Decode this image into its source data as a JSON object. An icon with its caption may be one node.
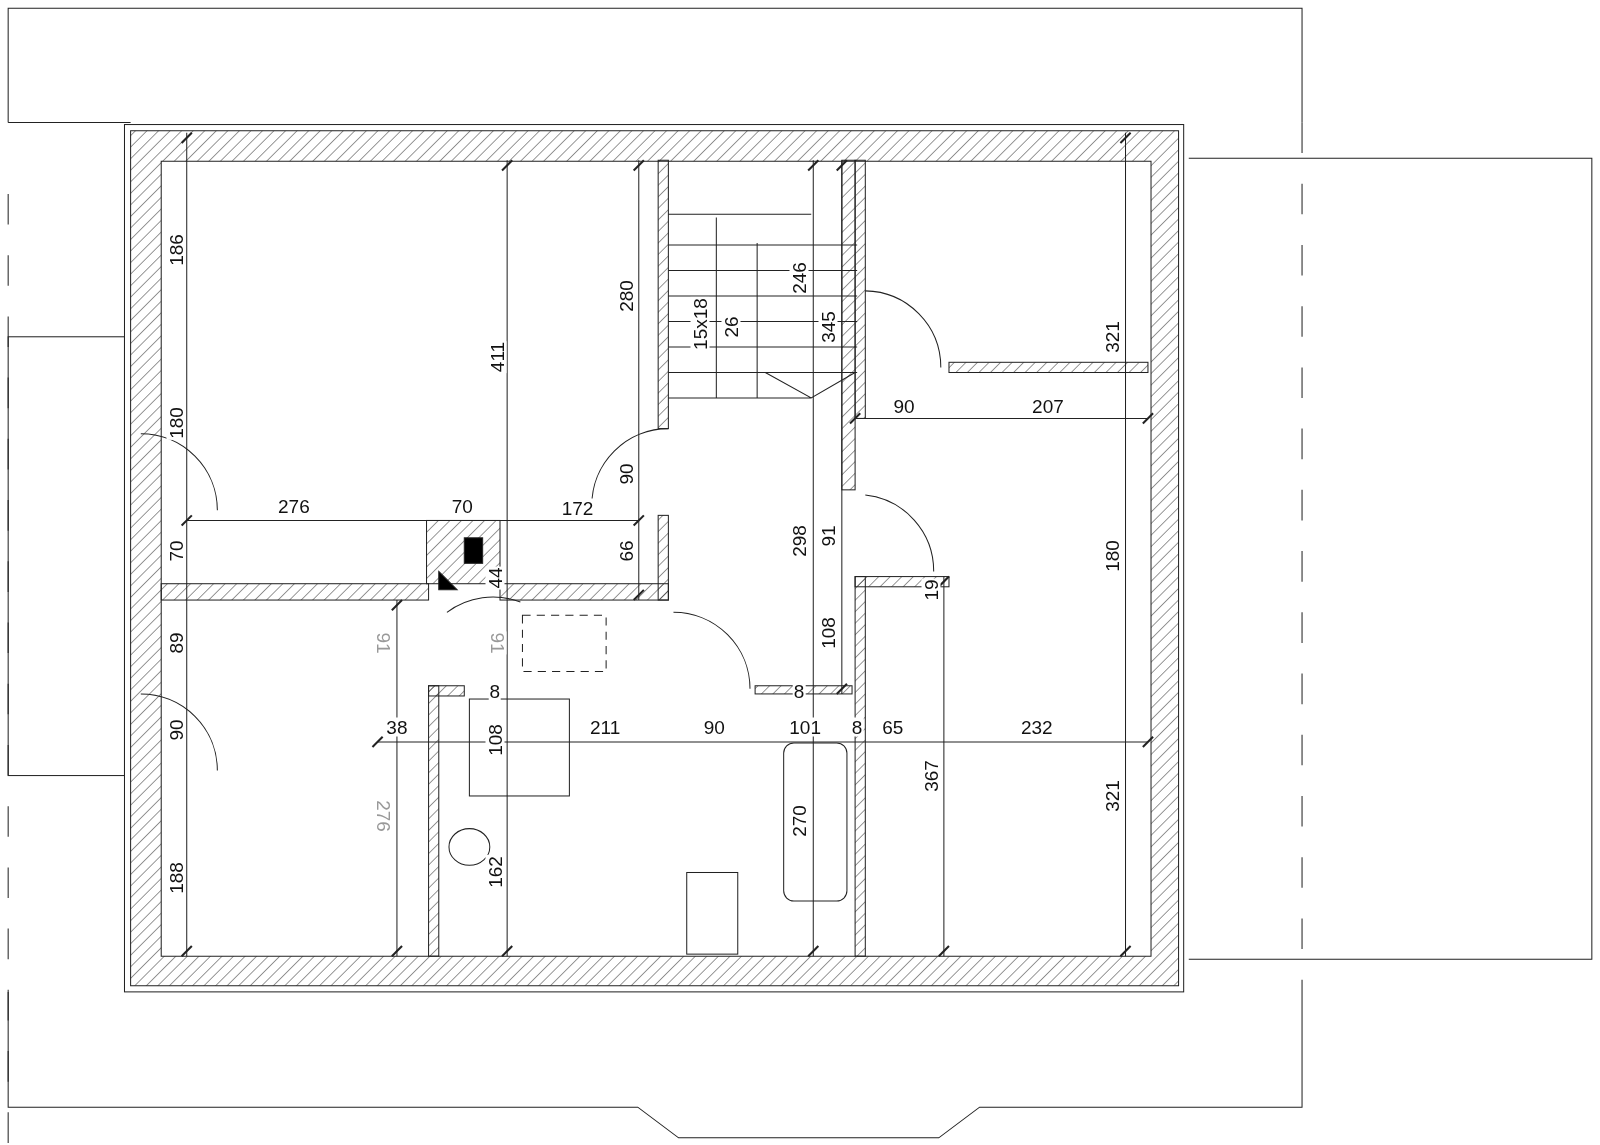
{
  "diagram": {
    "labels": [
      "186",
      "280",
      "246",
      "15x18",
      "26",
      "345",
      "321",
      "411",
      "180",
      "90",
      "207",
      "90",
      "276",
      "70",
      "172",
      "298",
      "91",
      "70",
      "66",
      "180",
      "44",
      "19",
      "91",
      "91",
      "108",
      "89",
      "8",
      "8",
      "90",
      "38",
      "108",
      "211",
      "90",
      "101",
      "8",
      "65",
      "232",
      "367",
      "321",
      "276",
      "270",
      "188",
      "162"
    ]
  }
}
